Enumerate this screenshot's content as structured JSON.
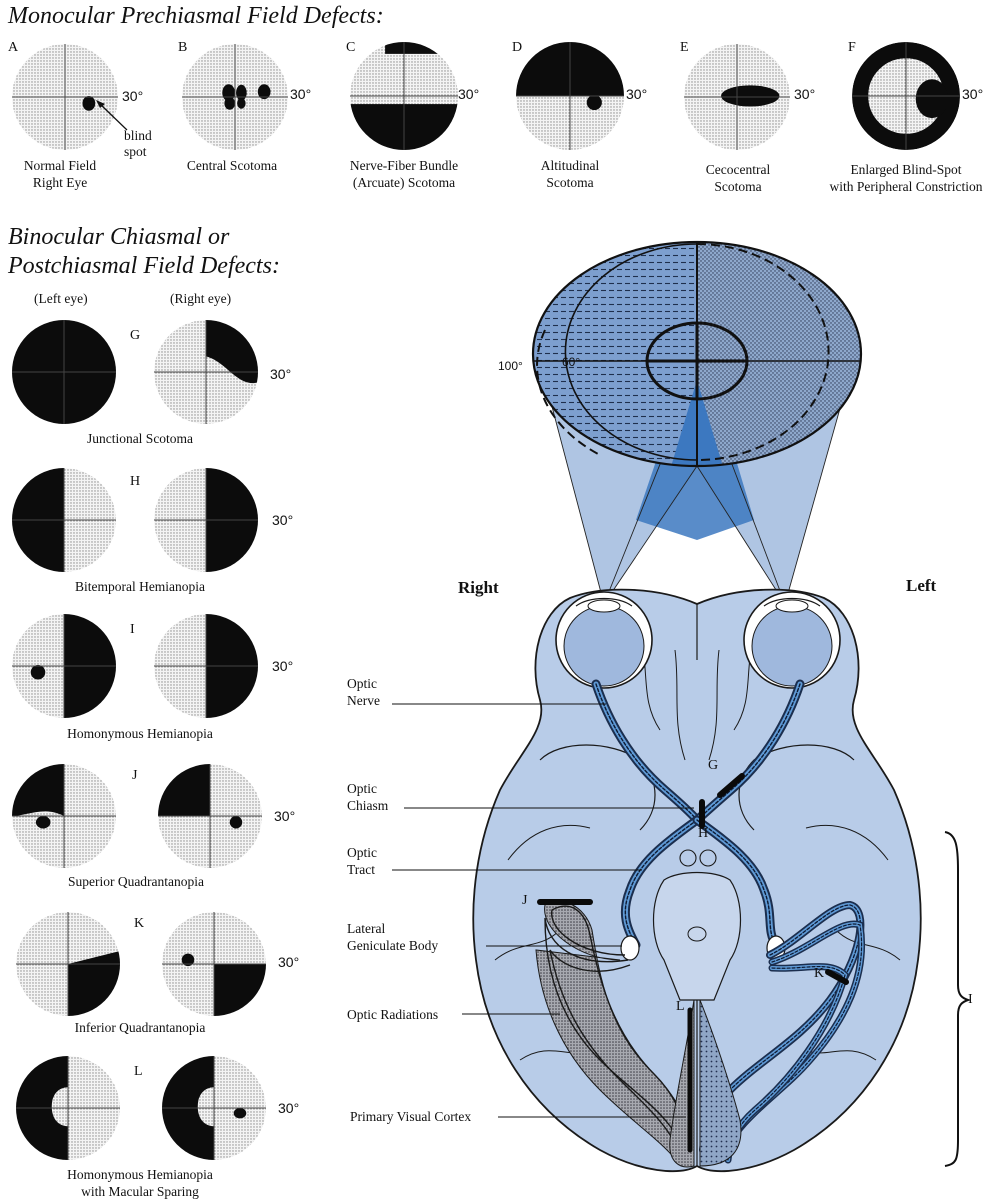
{
  "headings": {
    "monocular": "Monocular Prechiasmal Field Defects:",
    "binocular_line1": "Binocular Chiasmal or",
    "binocular_line2": "Postchiasmal Field Defects:"
  },
  "eye_headers": {
    "left": "(Left eye)",
    "right": "(Right eye)"
  },
  "degree_label": "30°",
  "monocular_fields": [
    {
      "letter": "A",
      "caption1": "Normal Field",
      "caption2": "Right Eye",
      "defect": "normal"
    },
    {
      "letter": "B",
      "caption1": "Central Scotoma",
      "caption2": "",
      "defect": "central"
    },
    {
      "letter": "C",
      "caption1": "Nerve-Fiber Bundle",
      "caption2": "(Arcuate) Scotoma",
      "defect": "arcuate"
    },
    {
      "letter": "D",
      "caption1": "Altitudinal",
      "caption2": "Scotoma",
      "defect": "altitudinal"
    },
    {
      "letter": "E",
      "caption1": "Cecocentral",
      "caption2": "Scotoma",
      "defect": "cecocentral"
    },
    {
      "letter": "F",
      "caption1": "Enlarged Blind-Spot",
      "caption2": "with Peripheral Constriction",
      "defect": "enlarged"
    }
  ],
  "blind_spot_label": {
    "line1": "blind",
    "line2": "spot"
  },
  "binocular_fields": [
    {
      "letter": "G",
      "caption1": "Junctional Scotoma",
      "caption2": "",
      "left_defect": "full",
      "right_defect": "junctional"
    },
    {
      "letter": "H",
      "caption1": "Bitemporal Hemianopia",
      "caption2": "",
      "left_defect": "left_half",
      "right_defect": "right_half"
    },
    {
      "letter": "I",
      "caption1": "Homonymous Hemianopia",
      "caption2": "",
      "left_defect": "right_half_spot",
      "right_defect": "right_half"
    },
    {
      "letter": "J",
      "caption1": "Superior Quadrantanopia",
      "caption2": "",
      "left_defect": "sup_left",
      "right_defect": "sup_left_spot"
    },
    {
      "letter": "K",
      "caption1": "Inferior Quadrantanopia",
      "caption2": "",
      "left_defect": "inf_right_spot",
      "right_defect": "inf_right"
    },
    {
      "letter": "L",
      "caption1": "Homonymous Hemianopia",
      "caption2": "with Macular Sparing",
      "left_defect": "left_macular",
      "right_defect": "left_macular_spot"
    }
  ],
  "pathway": {
    "angle_outer": "100°",
    "angle_inner": "60°",
    "side_right": "Right",
    "side_left": "Left",
    "labels": {
      "optic_nerve_1": "Optic",
      "optic_nerve_2": "Nerve",
      "optic_chiasm_1": "Optic",
      "optic_chiasm_2": "Chiasm",
      "optic_tract_1": "Optic",
      "optic_tract_2": "Tract",
      "lgb_1": "Lateral",
      "lgb_2": "Geniculate Body",
      "optic_radiations": "Optic Radiations",
      "primary_visual_cortex": "Primary Visual Cortex"
    },
    "lesion_letters": {
      "G": "G",
      "H": "H",
      "J": "J",
      "K": "K",
      "L": "L",
      "I": "I"
    }
  },
  "colors": {
    "field_black": "#0c0c0c",
    "field_grey": "#c9c9c9",
    "brain_fill": "#b8cce8",
    "brain_stroke": "#1a1a1a",
    "visual_field_blue": "#7d9fcf",
    "pathway_blue": "#2f6db5"
  }
}
